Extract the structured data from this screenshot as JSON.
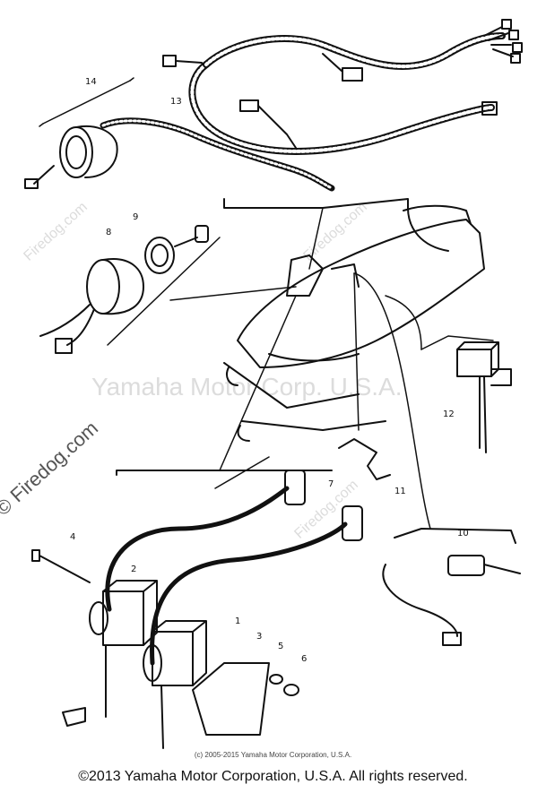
{
  "watermarks": {
    "center": "Yamaha Motor Corp. U.S.A.",
    "site": "© Firedog.com",
    "site_short": "Firedog.com"
  },
  "callouts": [
    "1",
    "2",
    "3",
    "4",
    "5",
    "6",
    "7",
    "8",
    "9",
    "10",
    "11",
    "12",
    "13",
    "14"
  ],
  "footer": {
    "small_copyright": "(c) 2005-2015 Yamaha Motor Corporation, U.S.A.",
    "main_copyright": "©2013 Yamaha Motor Corporation, U.S.A. All rights reserved."
  }
}
